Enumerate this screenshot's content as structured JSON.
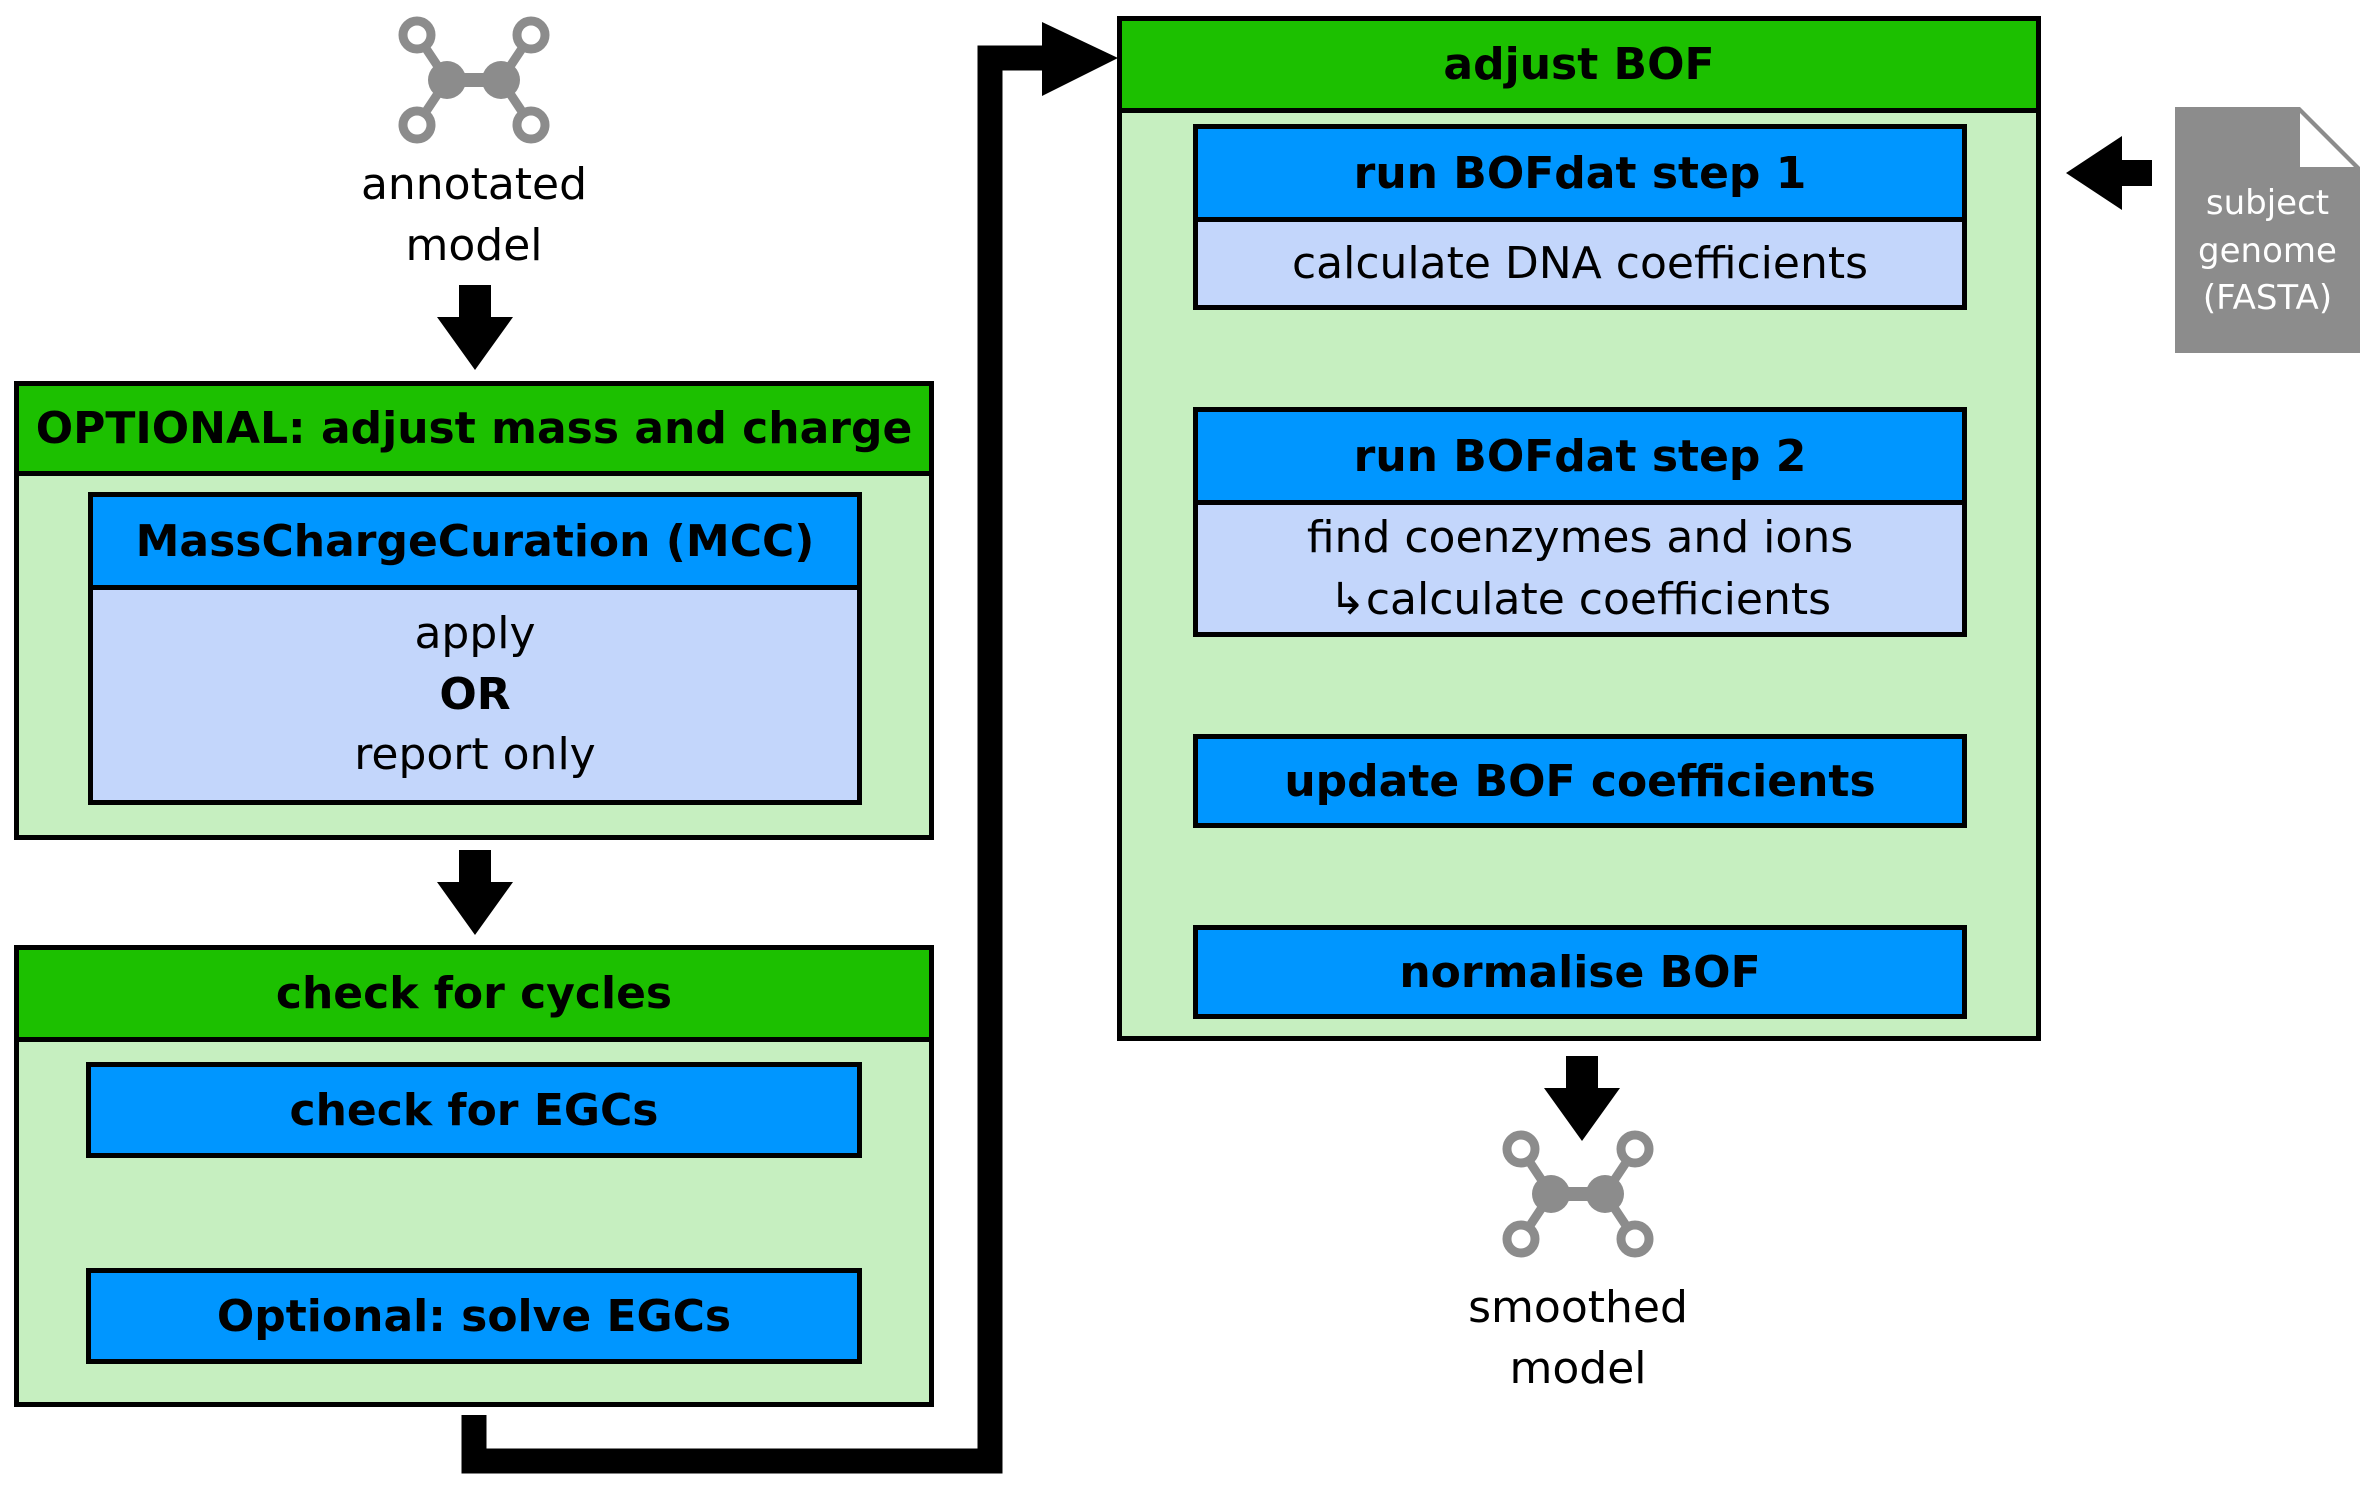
{
  "inputs": {
    "annotated_model": [
      "annotated",
      "model"
    ],
    "subject_genome": [
      "subject",
      "genome",
      "(FASTA)"
    ]
  },
  "outputs": {
    "smoothed_model": [
      "smoothed",
      "model"
    ]
  },
  "mass_charge_panel": {
    "title": "OPTIONAL: adjust mass and charge",
    "mcc": {
      "title": "MassChargeCuration (MCC)",
      "apply": "apply",
      "or": "OR",
      "report_only": "report only"
    }
  },
  "cycles_panel": {
    "title": "check for cycles",
    "check_egcs": "check for EGCs",
    "solve_egcs": "Optional: solve EGCs"
  },
  "bof_panel": {
    "title": "adjust BOF",
    "step1": {
      "title": "run BOFdat step 1",
      "body": "calculate DNA coefficients"
    },
    "step2": {
      "title": "run BOFdat step 2",
      "line1": "find coenzymes and ions",
      "line2": "↳calculate coefficients"
    },
    "update": "update BOF coefficients",
    "normalise": "normalise BOF"
  },
  "colors": {
    "panel_bg": "#c6efc0",
    "panel_title": "#1cc000",
    "step_head": "#0096ff",
    "step_body": "#c3d6fb",
    "molecule": "#8c8c8c",
    "document": "#8c8c8c"
  },
  "icons": [
    "molecule-icon",
    "document-icon",
    "arrow-down-icon",
    "arrow-left-icon",
    "connector-arrow"
  ]
}
